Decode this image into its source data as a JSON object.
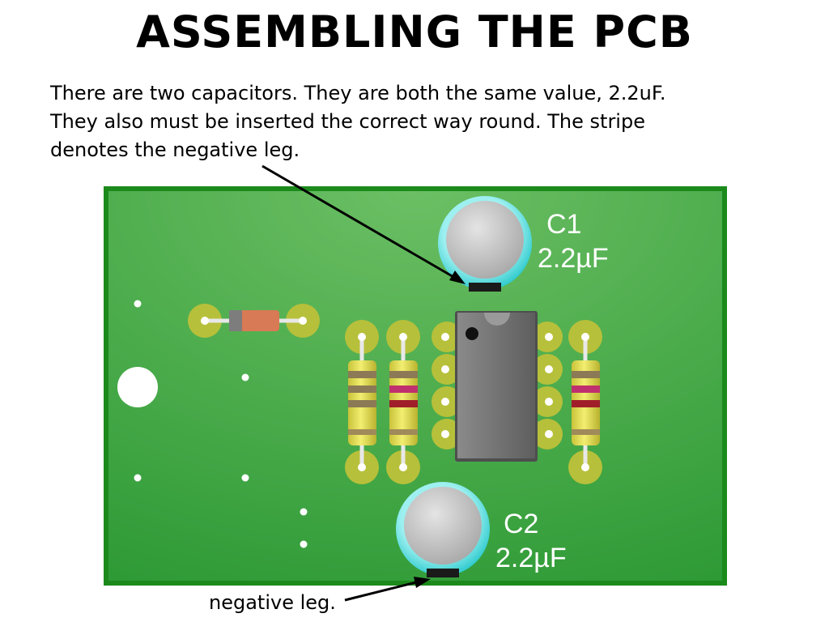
{
  "title": "ASSEMBLING THE PCB",
  "description": {
    "lines": [
      "There are two capacitors. They are both the same value, 2.2uF.",
      "They also must be inserted the correct way round. The stripe",
      "denotes the negative leg."
    ]
  },
  "capacitors": [
    {
      "ref": "C1",
      "value": "2.2µF"
    },
    {
      "ref": "C2",
      "value": "2.2µF"
    }
  ],
  "caption": "negative leg.",
  "colors": {
    "board": "#3a9e3f",
    "board_border": "#1c8c1c",
    "pad": "#b8c23a",
    "capacitor_rim": "#2fd0d0",
    "capacitor_top": "#bdbdbd",
    "ic_body": "#6e6e6e",
    "resistor_body": "#e6e04a"
  }
}
